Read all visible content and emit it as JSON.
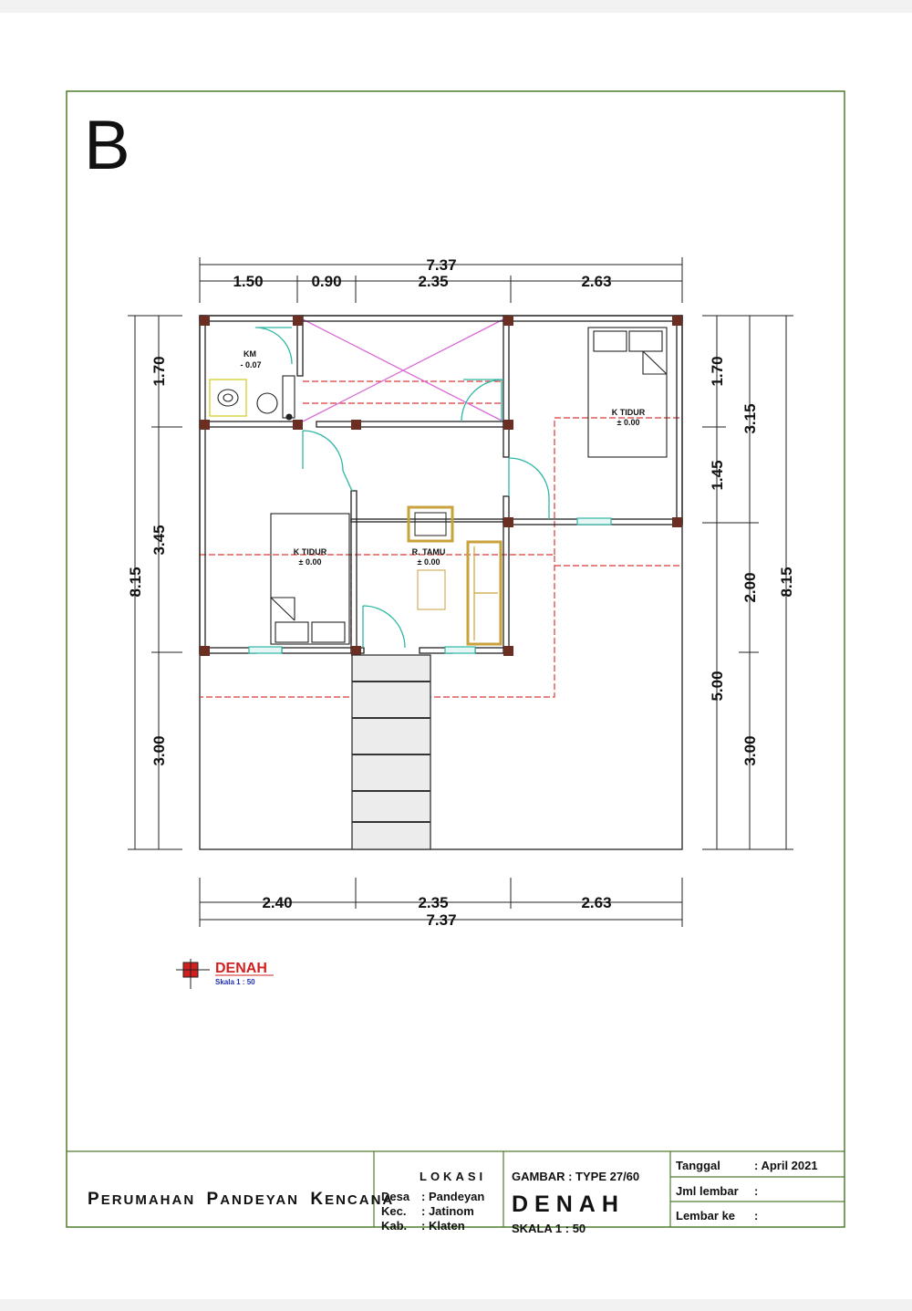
{
  "sheet_letter": "B",
  "dimensions": {
    "top_total": "7.37",
    "top_segments": [
      "1.50",
      "0.90",
      "2.35",
      "2.63"
    ],
    "bottom_segments": [
      "2.40",
      "2.35",
      "2.63"
    ],
    "bottom_total": "7.37",
    "left_total": "8.15",
    "left_segments": [
      "1.70",
      "3.45",
      "3.00"
    ],
    "right_inner": [
      "1.70",
      "1.45",
      "5.00"
    ],
    "right_mid": [
      "3.15",
      "2.00",
      "3.00"
    ],
    "right_total": "8.15"
  },
  "rooms": {
    "km_name": "KM",
    "km_level": "- 0.07",
    "bed1_name": "K TIDUR",
    "bed1_level": "± 0.00",
    "bed2_name": "K TIDUR",
    "bed2_level": "± 0.00",
    "tamu_name": "R. TAMU",
    "tamu_level": "± 0.00"
  },
  "legend": {
    "title": "DENAH",
    "scale": "Skala   1 : 50"
  },
  "title_block": {
    "project_parts": [
      {
        "cap": "P",
        "rest": "ERUMAHAN"
      },
      {
        "cap": "P",
        "rest": "ANDEYAN"
      },
      {
        "cap": "K",
        "rest": "ENCANA"
      }
    ],
    "lokasi_header": "LOKASI",
    "lokasi": [
      {
        "key": "Desa",
        "value": ": Pandeyan"
      },
      {
        "key": "Kec.",
        "value": ": Jatinom"
      },
      {
        "key": "Kab.",
        "value": ": Klaten"
      }
    ],
    "gambar": "GAMBAR  : TYPE 27/60",
    "drawing_name": "DENAH",
    "skala": "SKALA   1 : 50",
    "tanggal_label": "Tanggal",
    "tanggal_value": ":  April 2021",
    "jml_label": "Jml lembar",
    "jml_value": ":",
    "lembar_label": "Lembar ke",
    "lembar_value": ":"
  },
  "colors": {
    "wall": "#222222",
    "column": "#6b2e23",
    "door": "#2fb6a5",
    "window": "#2fb6a5",
    "roof_line": "#d93a3a",
    "void_cross": "#d96bd6",
    "furniture_gold": "#c9a23c",
    "border": "#4f7d2e",
    "legend_red": "#d22020",
    "legend_blue": "#1d2fb5"
  }
}
